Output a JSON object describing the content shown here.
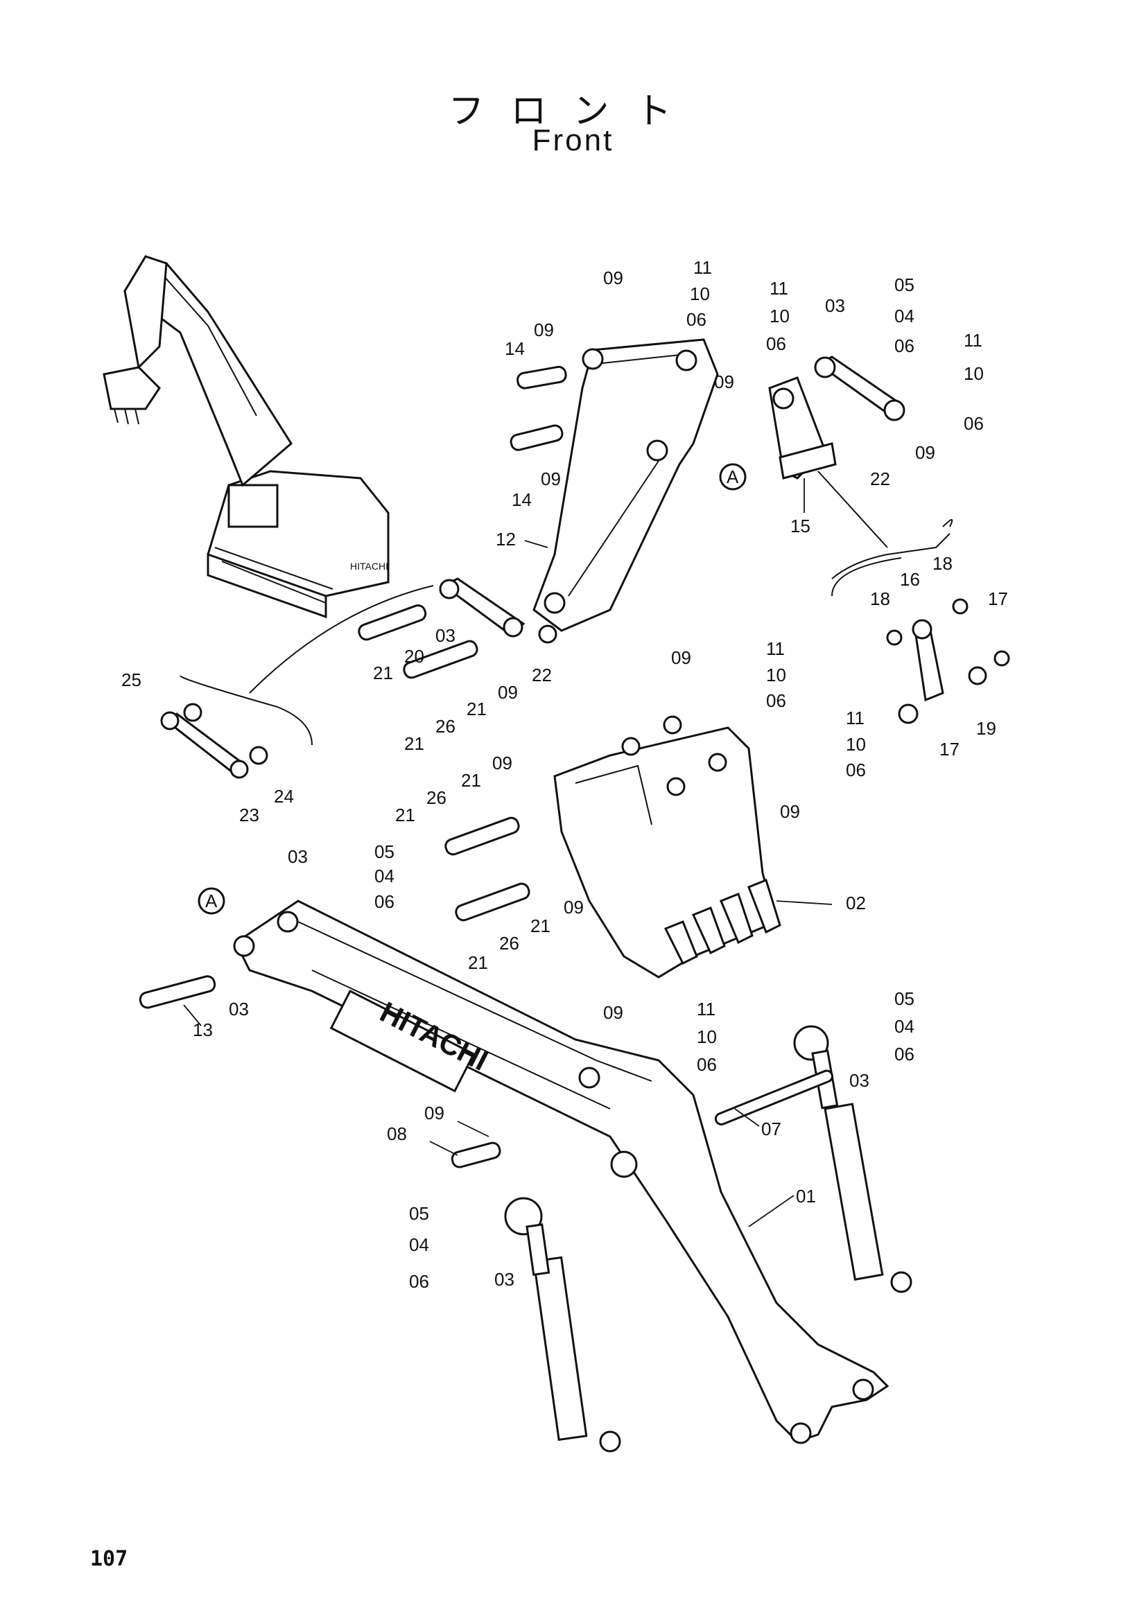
{
  "title_jp": "フロント",
  "title_en": "Front",
  "page_number": "107",
  "brand": "HITACHI",
  "ref_marker": "A",
  "callouts": {
    "c11a": "11",
    "c10a": "10",
    "c09a": "09",
    "c06a": "06",
    "c11b": "11",
    "c10b": "10",
    "c06b": "06",
    "c09b": "09",
    "c05a": "05",
    "c04a": "04",
    "c03a": "03",
    "c06c": "06",
    "c11c": "11",
    "c10c": "10",
    "c06d": "06",
    "c09c": "09",
    "c22a": "22",
    "c14a": "14",
    "c09d": "09",
    "c14b": "14",
    "c09e": "09",
    "c12": "12",
    "c15": "15",
    "c18a": "18",
    "c16": "16",
    "c18b": "18",
    "c17a": "17",
    "c19": "19",
    "c17b": "17",
    "c03b": "03",
    "c20": "20",
    "c21a": "21",
    "c22b": "22",
    "c09f": "09",
    "c21b": "21",
    "c26a": "26",
    "c21c": "21",
    "c25": "25",
    "c24": "24",
    "c23": "23",
    "c09g": "09",
    "c11d": "11",
    "c10d": "10",
    "c06e": "06",
    "c11e": "11",
    "c10e": "10",
    "c06f": "06",
    "c09h": "09",
    "c09i": "09",
    "c21d": "21",
    "c26b": "26",
    "c21e": "21",
    "c02": "02",
    "c09j": "09",
    "c21f": "21",
    "c26c": "26",
    "c21g": "21",
    "c03c": "03",
    "c05b": "05",
    "c04b": "04",
    "c06g": "06",
    "c13": "13",
    "c03d": "03",
    "c09k": "09",
    "c11f": "11",
    "c10f": "10",
    "c06h": "06",
    "c05c": "05",
    "c04c": "04",
    "c06i": "06",
    "c03e": "03",
    "c07": "07",
    "c09l": "09",
    "c08": "08",
    "c01": "01",
    "c05d": "05",
    "c04d": "04",
    "c06j": "06",
    "c03f": "03"
  }
}
